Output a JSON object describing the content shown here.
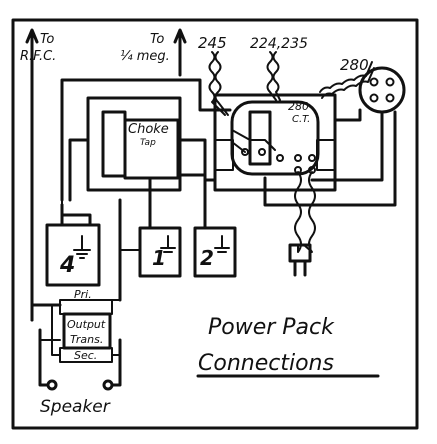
{
  "labels": {
    "to_rfc_1": "To",
    "to_rfc_2": "R.F.C.",
    "to_meg_1": "To",
    "to_meg_2": "¼ meg.",
    "tube_245": "245",
    "tube_224_235": "224,235",
    "tube_280": "280",
    "trans_280": "280",
    "trans_ct": "C.T.",
    "choke": "Choke",
    "tap": "Tap",
    "cap_4": "4",
    "cap_1": "1",
    "cap_2": "2",
    "pri": "Pri.",
    "output_1": "Output",
    "output_2": "Trans.",
    "sec": "Sec.",
    "speaker": "Speaker",
    "title_1": "Power Pack",
    "title_2": "Connections"
  }
}
